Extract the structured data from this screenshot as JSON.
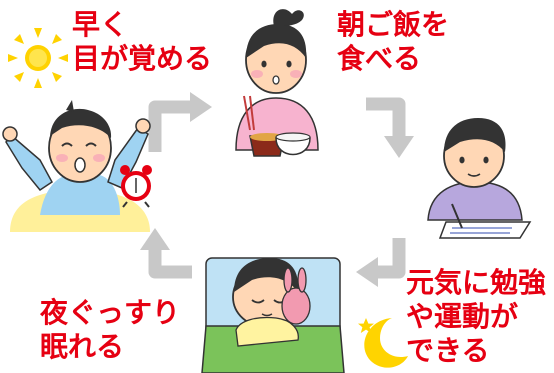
{
  "labels": {
    "wake_early": "早く\n目が覚める",
    "eat_breakfast": "朝ご飯を\n食べる",
    "study_exercise": "元気に勉強\nや運動が\nできる",
    "sleep_well": "夜ぐっすり\n眠れる"
  },
  "colors": {
    "label_red": "#e60012",
    "arrow_gray": "#c8c8c8",
    "sun_yellow": "#ffd200",
    "moon_yellow": "#ffd400"
  },
  "icons": [
    "sun-icon",
    "alarm-clock-icon",
    "moon-icon",
    "star-icon"
  ]
}
